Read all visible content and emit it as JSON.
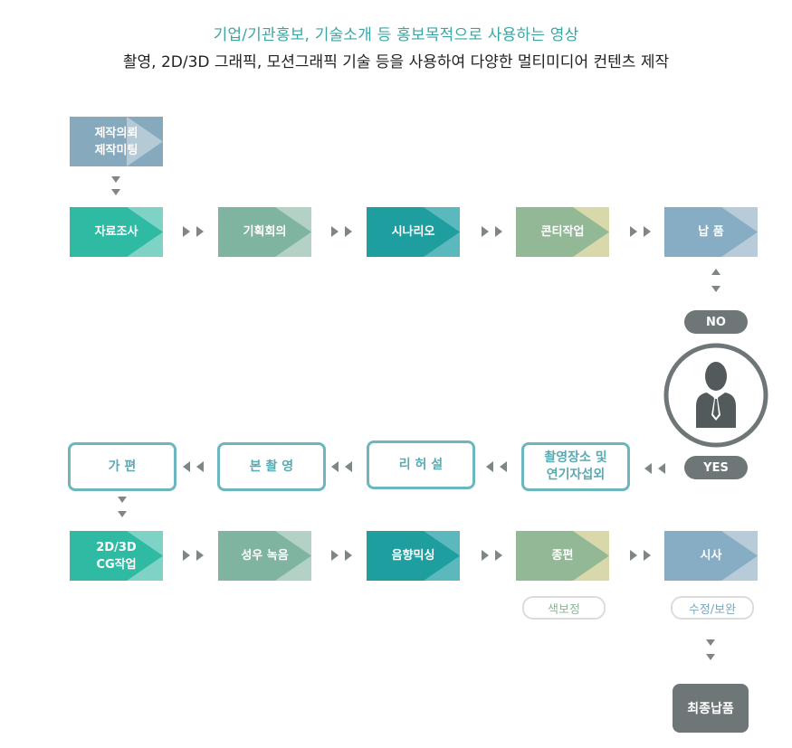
{
  "header": {
    "line1": "기업/기관홍보, 기술소개 등 홍보목적으로 사용하는 영상",
    "line2": "촬영, 2D/3D 그래픽, 모션그래픽 기술 등을 사용하여 다양한 멀티미디어 컨텐츠 제작"
  },
  "colors": {
    "teal": "#2fbaa3",
    "sage": "#7fb4a1",
    "darkteal": "#1f9ea0",
    "olive": "#93b896",
    "blue": "#86adc3",
    "outline": "#6bb7bd",
    "gray": "#6f7677"
  },
  "flow": {
    "request": "제작의뢰\n제작미팅",
    "row1": [
      "자료조사",
      "기획회의",
      "시나리오",
      "콘티작업",
      "납 품"
    ],
    "no": "NO",
    "yes": "YES",
    "row2": [
      "가 편",
      "본 촬 영",
      "리 허 설",
      "촬영장소 및\n연기자섭외"
    ],
    "row3": [
      "2D/3D\nCG작업",
      "성우 녹음",
      "음향믹싱",
      "종편",
      "시사"
    ],
    "note_color": "색보정",
    "note_fix": "수정/보완",
    "final": "최종납품"
  },
  "icons": [
    "play-arrow-icon",
    "down-arrow-icon",
    "up-down-arrow-icon",
    "businessman-icon"
  ]
}
